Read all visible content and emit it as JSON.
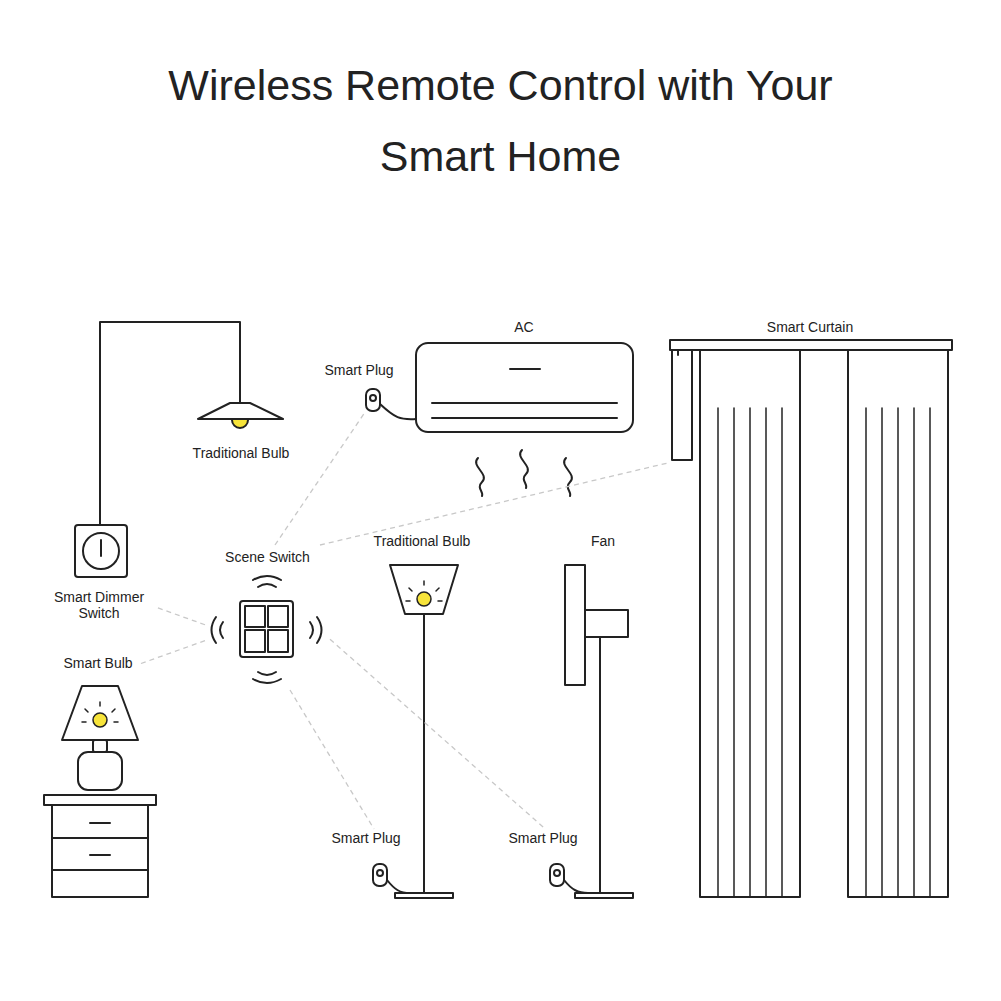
{
  "diagram": {
    "title": "Wireless Remote Control with Your Smart Home",
    "nodes": [
      {
        "text": [
          "Smart Plug"
        ]
      },
      {
        "text": [
          "Smart Curtain"
        ]
      },
      {
        "text": [
          "Scene Switch"
        ]
      },
      {
        "text": [
          "Smart Dimmer Switch"
        ]
      },
      {
        "text": [
          "Smart Bulb"
        ]
      },
      {
        "text": [
          "Smart Plug"
        ]
      },
      {
        "text": [
          "Smart Plug"
        ]
      }
    ],
    "edges": [
      {
        "from": 2,
        "to": 0,
        "arrow": "none"
      },
      {
        "from": 2,
        "to": 1,
        "arrow": "none"
      },
      {
        "from": 2,
        "to": 3,
        "arrow": "none"
      },
      {
        "from": 2,
        "to": 4,
        "arrow": "none"
      },
      {
        "from": 2,
        "to": 5,
        "arrow": "none"
      },
      {
        "from": 2,
        "to": 6,
        "arrow": "none"
      }
    ],
    "labels": [
      "Traditional Bulb",
      "AC",
      "Traditional Bulb",
      "Fan"
    ]
  }
}
